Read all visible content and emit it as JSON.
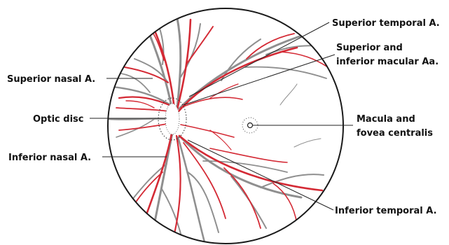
{
  "labels": {
    "superior_temporal": "Superior temporal A.",
    "superior_inferior_macular_line1": "Superior and",
    "superior_inferior_macular_line2": "inferior macular Aa.",
    "superior_nasal": "Superior nasal A.",
    "optic_disc": "Optic disc",
    "macula_line1": "Macula and",
    "macula_line2": "fovea centralis",
    "inferior_nasal": "Inferior nasal A.",
    "inferior_temporal": "Inferior temporal A."
  },
  "colors": {
    "artery": "#d42a35",
    "vein": "#8f8f8f",
    "outline": "#1a1a1a",
    "leader_line": "#222222"
  }
}
